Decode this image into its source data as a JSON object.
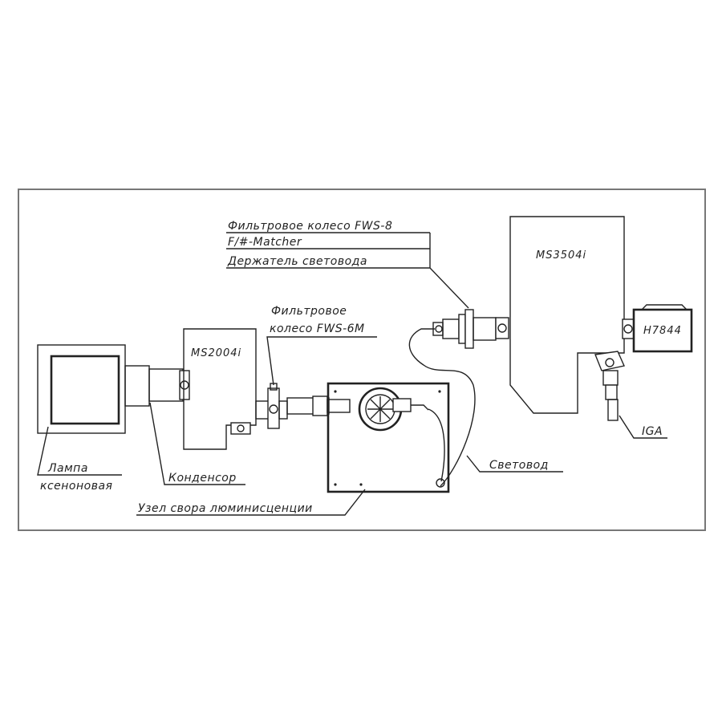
{
  "labels": {
    "lamp_line1": "Лампа",
    "lamp_line2": "ксеноновая",
    "condenser": "Конденсор",
    "luminescence_unit": "Узел свора люминисценции",
    "filter_wheel_6_line1": "Фильтровое",
    "filter_wheel_6_line2": "колесо FWS-6M",
    "filter_wheel_8": "Фильтровое колесо FWS-8",
    "f_matcher": "F/#-Matcher",
    "fiber_holder": "Держатель световода",
    "light_guide": "Световод",
    "iga": "IGA"
  },
  "units": {
    "mono_left": "MS2004i",
    "mono_right": "MS3504i",
    "detector": "H7844"
  }
}
